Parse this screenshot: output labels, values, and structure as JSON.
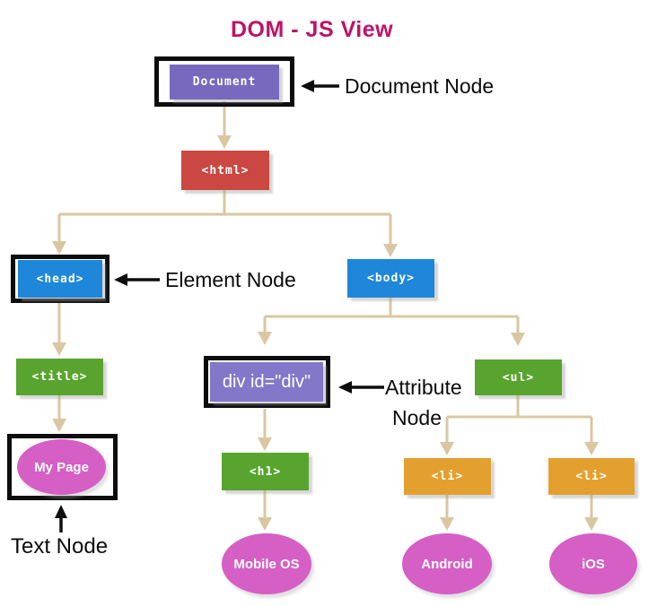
{
  "title": "DOM - JS View",
  "colors": {
    "title": "#BE1367",
    "purple": "#7869BE",
    "purple2": "#8377C9",
    "red": "#CB4742",
    "blue": "#1F87D9",
    "green": "#58A42E",
    "orange": "#E4A02F",
    "pink": "#D55FC5",
    "conn": "#D9C7A1"
  },
  "nodes": {
    "document": {
      "label": "Document"
    },
    "html": {
      "label": "<html>"
    },
    "head": {
      "label": "<head>"
    },
    "body": {
      "label": "<body>"
    },
    "title_tag": {
      "label": "<title>"
    },
    "my_page": {
      "label": "My Page"
    },
    "div_attr": {
      "label": "div id=\"div\""
    },
    "ul": {
      "label": "<ul>"
    },
    "h1": {
      "label": "<h1>"
    },
    "li_1": {
      "label": "<li>"
    },
    "li_2": {
      "label": "<li>"
    },
    "mobile_os": {
      "label": "Mobile OS"
    },
    "android": {
      "label": "Android"
    },
    "ios": {
      "label": "iOS"
    }
  },
  "annotations": {
    "document_node": "Document Node",
    "element_node": "Element Node",
    "attribute_line1": "Attribute",
    "attribute_line2": "Node",
    "text_node": "Text Node"
  }
}
